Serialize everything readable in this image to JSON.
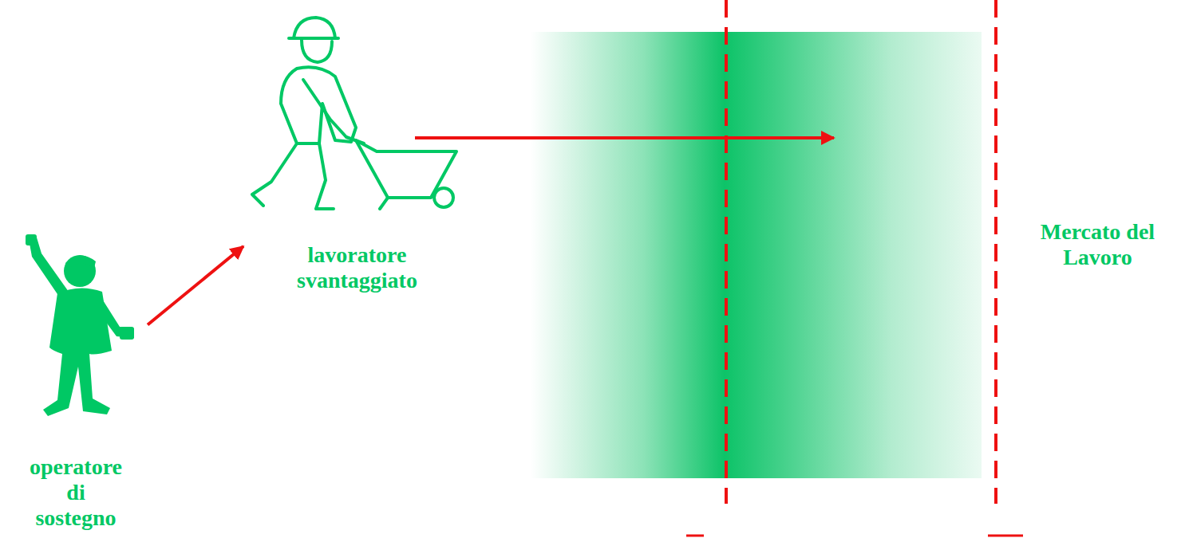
{
  "diagram": {
    "nodes": [
      {
        "text": [
          "operatore di sostegno"
        ]
      },
      {
        "text": [
          "lavoratore svantaggiato"
        ]
      }
    ],
    "edges": [
      {
        "from": 0,
        "to": 1,
        "arrow": "to"
      }
    ],
    "labels": [
      "Mercato del Lavoro"
    ]
  }
}
